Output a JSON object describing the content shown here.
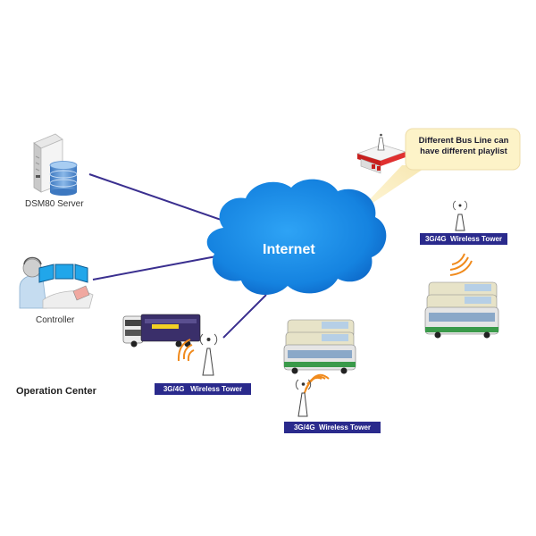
{
  "diagram": {
    "cloud": {
      "label": "Internet",
      "color": "#1a8ae6"
    },
    "server": {
      "label": "DSM80 Server"
    },
    "controller": {
      "label": "Controller"
    },
    "operation_center": {
      "label": "Operation Center"
    },
    "callout": {
      "line1": "Different Bus  Line can",
      "line2": "have different playlist",
      "fill": "#fdf3c8"
    },
    "towers": [
      {
        "label": "3G/4G   Wireless Tower"
      },
      {
        "label": "3G/4G  Wireless Tower"
      },
      {
        "label": "3G/4G  Wireless Tower"
      }
    ],
    "colors": {
      "link_line": "#3a2f8f",
      "tower_tag": "#2a2a8c",
      "signal": "#f08a1c"
    }
  }
}
